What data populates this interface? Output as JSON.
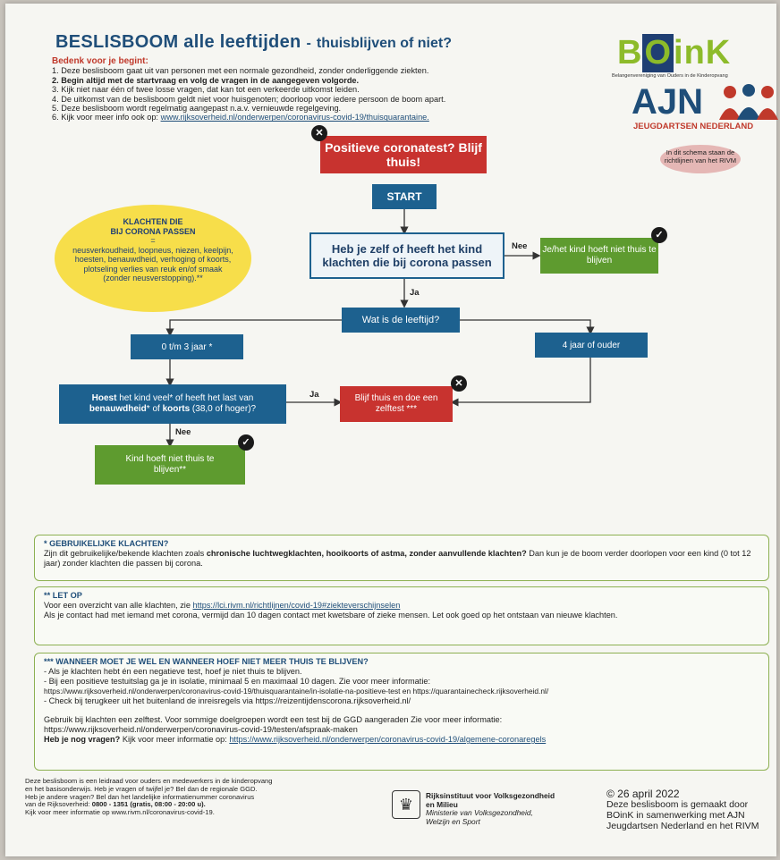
{
  "title": {
    "main": "BESLISBOOM alle leeftijden",
    "sep": "-",
    "sub": "thuisblijven of niet?"
  },
  "intro": {
    "head": "Bedenk voor je begint:",
    "items": [
      "1. Deze beslisboom gaat uit van personen met een normale gezondheid, zonder onderliggende ziekten.",
      "2. Begin altijd met de startvraag en volg de vragen in de aangegeven volgorde.",
      "3. Kijk niet naar één of twee losse vragen, dat kan tot een verkeerde uitkomst leiden.",
      "4. De uitkomst van de beslisboom geldt niet voor huisgenoten; doorloop voor iedere persoon de boom apart.",
      "5. Deze beslisboom wordt regelmatig aangepast n.a.v. vernieuwde regelgeving."
    ],
    "item6_prefix": "6. Kijk voor meer info ook op:",
    "item6_link": "www.rijksoverheid.nl/onderwerpen/coronavirus-covid-19/thuisquarantaine."
  },
  "logos": {
    "boink_word_a": "B",
    "boink_word_o": "O",
    "boink_word_b": "inK",
    "boink_sub": "Belangenvereniging van Ouders in de Kinderopvang",
    "ajn_word": "AJN",
    "ajn_sub": "JEUGDARTSEN NEDERLAND"
  },
  "rivm_oval": "In dit schema staan de richtlijnen van het RIVM",
  "flow": {
    "positive": "Positieve coronatest? Blijf thuis!",
    "start": "START",
    "q1": "Heb je zelf of heeft het kind klachten die bij corona passen",
    "nee1": "Nee",
    "no_stay": "Je/het kind hoeft niet thuis te blijven",
    "ja1": "Ja",
    "age_q": "Wat is de leeftijd?",
    "age_young": "0 t/m 3 jaar *",
    "age_old": "4 jaar of ouder",
    "cough_q_bold1": "Hoest",
    "cough_q_1": " het kind veel* of heeft het last van ",
    "cough_q_bold2": "benauwdheid",
    "cough_q_2": "* of ",
    "cough_q_bold3": "koorts",
    "cough_q_3": " (38,0 of hoger)?",
    "ja2": "Ja",
    "stay_test": "Blijf thuis en doe een zelftest ***",
    "nee2": "Nee",
    "kid_no_stay": "Kind hoeft niet thuis te blijven**"
  },
  "yellow": {
    "head1": "KLACHTEN DIE",
    "head2": "BIJ CORONA PASSEN",
    "eq": "=",
    "body": "neusverkoudheid, loopneus, niezen, keelpijn, hoesten, benauwdheid, verhoging of koorts, plotseling verlies van reuk en/of smaak (zonder neusverstopping).**"
  },
  "note1": {
    "head": "* GEBRUIKELIJKE KLACHTEN?",
    "a": "Zijn dit gebruikelijke/bekende klachten zoals ",
    "b": "chronische luchtwegklachten, hooikoorts of astma, zonder aanvullende klachten?",
    "c": " Dan kun je de boom verder doorlopen voor een kind (0 tot 12 jaar) zonder klachten die passen bij corona."
  },
  "note2": {
    "head": "** LET OP",
    "line1": "Voor een overzicht van alle klachten, zie",
    "link": "https://lci.rivm.nl/richtlijnen/covid-19#ziekteverschijnselen",
    "line2": "Als je contact had met iemand met corona, vermijd dan 10 dagen contact met kwetsbare of zieke mensen. Let ook goed op het ontstaan van nieuwe klachten."
  },
  "note3": {
    "head": "*** WANNEER MOET JE WEL EN WANNEER HOEF NIET MEER THUIS TE BLIJVEN?",
    "l1": "- Als je klachten hebt én een negatieve test, hoef je niet thuis te blijven.",
    "l2": "- Bij een positieve testuitslag ga je in isolatie, minimaal 5 en maximaal 10 dagen. Zie voor meer informatie:",
    "l3": "https://www.rijksoverheid.nl/onderwerpen/coronavirus-covid-19/thuisquarantaine/in-isolatie-na-positieve-test  en https://quarantainecheck.rijksoverheid.nl/",
    "l4": "- Check bij terugkeer uit het buitenland de inreisregels via https://reizentijdenscorona.rijksoverheid.nl/",
    "l5": "Gebruik bij klachten een zelftest. Voor sommige doelgroepen wordt een test bij de GGD aangeraden Zie voor meer informatie:",
    "l6": "https://www.rijksoverheid.nl/onderwerpen/coronavirus-covid-19/testen/afspraak-maken",
    "l7_bold": "Heb je nog vragen?",
    "l7": " Kijk voor meer informatie op:",
    "l7_link": "https://www.rijksoverheid.nl/onderwerpen/coronavirus-covid-19/algemene-coronaregels"
  },
  "footer": {
    "left1": "Deze beslisboom is een leidraad voor ouders en medewerkers in de kinderopvang",
    "left2": "en het basisonderwijs. Heb je vragen of twijfel je? Bel dan de regionale GGD.",
    "left3": "Heb je andere vragen? Bel dan het landelijke informatienummer coronavirus",
    "left4_a": "van de Rijksoverheid: ",
    "left4_b": "0800 - 1351 (gratis, 08:00 - 20:00 u).",
    "left5": "Kijk voor meer informatie op www.rivm.nl/coronavirus-covid-19.",
    "rivm1": "Rijksinstituut voor Volksgezondheid",
    "rivm2": "en Milieu",
    "rivm3": "Ministerie van Volksgezondheid,",
    "rivm4": "Welzijn en Sport",
    "date": "© 26 april 2022",
    "credit1": "Deze beslisboom is gemaakt door",
    "credit2": "BOinK in samenwerking met AJN",
    "credit3": "Jeugdartsen Nederland en het RIVM"
  }
}
